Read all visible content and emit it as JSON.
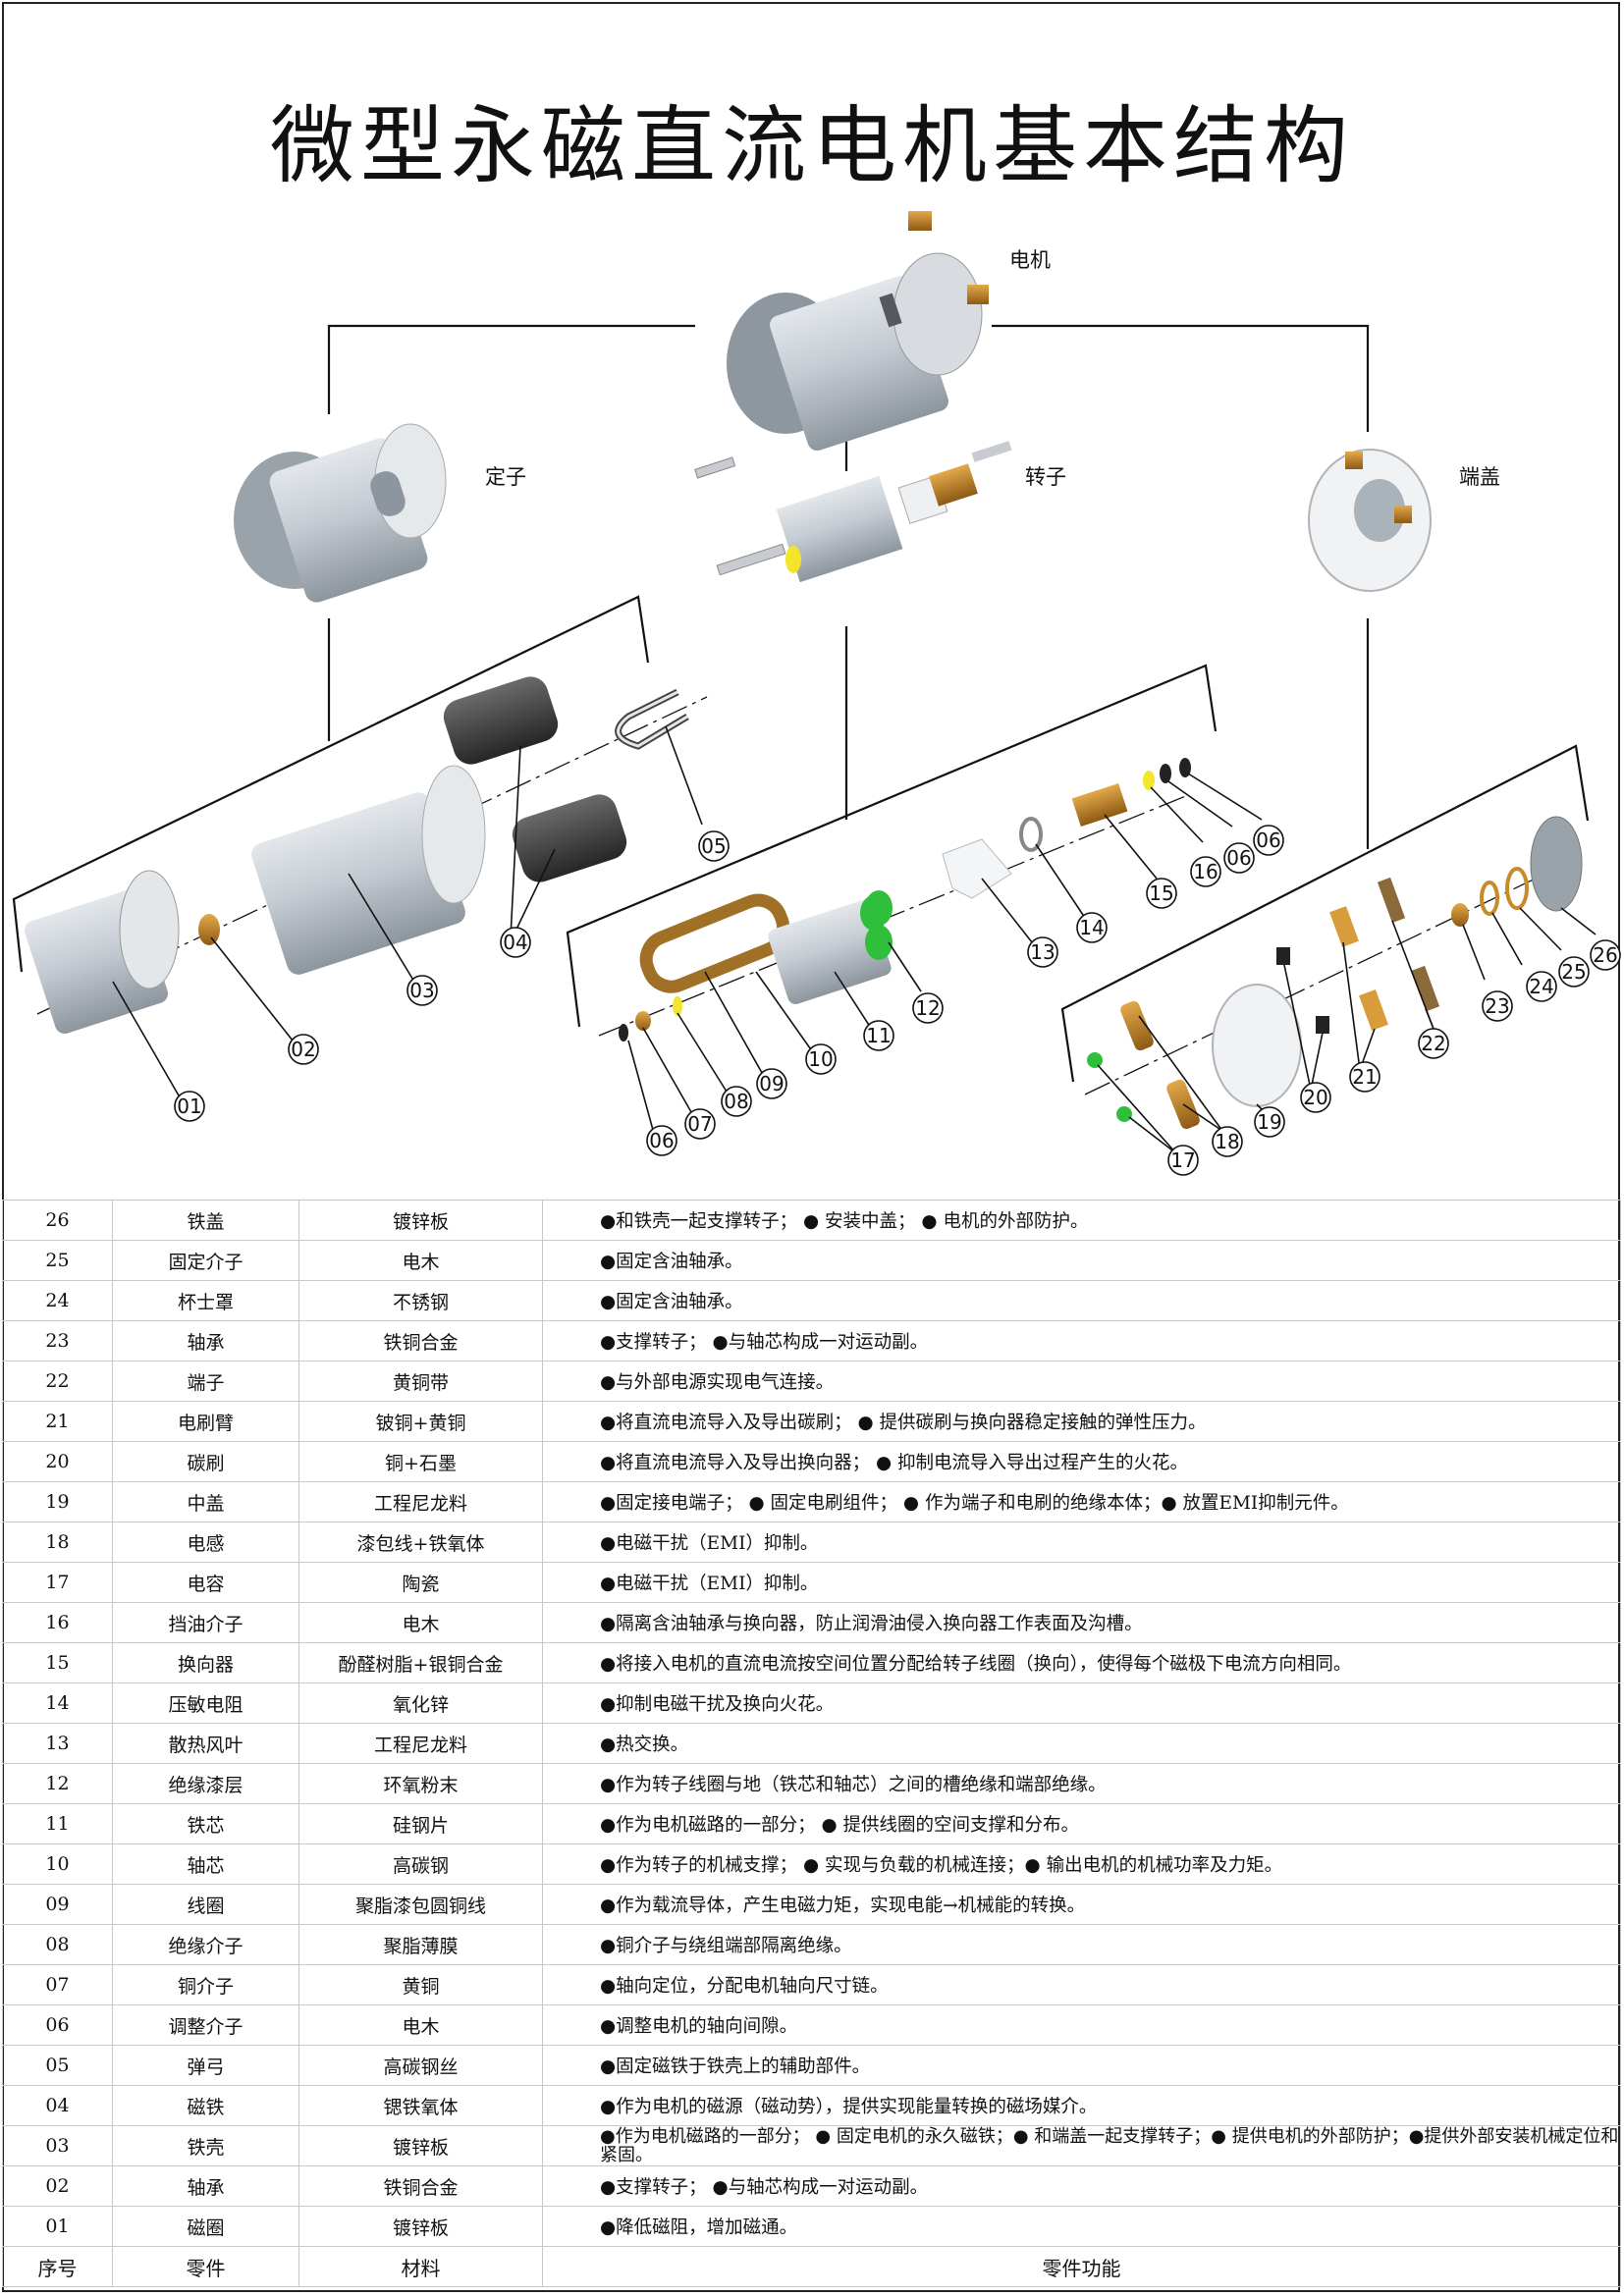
{
  "title": "微型永磁直流电机基本结构",
  "diagram": {
    "motor_label": "电机",
    "stator_label": "定子",
    "rotor_label": "转子",
    "endcap_label": "端盖",
    "part_numbers": [
      "01",
      "02",
      "03",
      "04",
      "05",
      "06",
      "07",
      "08",
      "09",
      "10",
      "11",
      "12",
      "13",
      "14",
      "15",
      "16",
      "06",
      "06",
      "17",
      "18",
      "19",
      "20",
      "21",
      "22",
      "23",
      "24",
      "25",
      "26"
    ]
  },
  "table": {
    "headers": {
      "no": "序号",
      "part": "零件",
      "material": "材料",
      "function": "零件功能"
    },
    "rows": [
      {
        "no": "26",
        "part": "铁盖",
        "material": "镀锌板",
        "function": "●和铁壳一起支撑转子； ● 安装中盖； ● 电机的外部防护。"
      },
      {
        "no": "25",
        "part": "固定介子",
        "material": "电木",
        "function": "●固定含油轴承。"
      },
      {
        "no": "24",
        "part": "杯士罩",
        "material": "不锈钢",
        "function": "●固定含油轴承。"
      },
      {
        "no": "23",
        "part": "轴承",
        "material": "铁铜合金",
        "function": "●支撑转子；  ●与轴芯构成一对运动副。"
      },
      {
        "no": "22",
        "part": "端子",
        "material": "黄铜带",
        "function": "●与外部电源实现电气连接。"
      },
      {
        "no": "21",
        "part": "电刷臂",
        "material": "铍铜+黄铜",
        "function": "●将直流电流导入及导出碳刷；  ● 提供碳刷与换向器稳定接触的弹性压力。"
      },
      {
        "no": "20",
        "part": "碳刷",
        "material": "铜+石墨",
        "function": "●将直流电流导入及导出换向器； ● 抑制电流导入导出过程产生的火花。"
      },
      {
        "no": "19",
        "part": "中盖",
        "material": "工程尼龙料",
        "function": "●固定接电端子；  ● 固定电刷组件；  ● 作为端子和电刷的绝缘本体；●  放置EMI抑制元件。"
      },
      {
        "no": "18",
        "part": "电感",
        "material": "漆包线+铁氧体",
        "function": "●电磁干扰（EMI）抑制。"
      },
      {
        "no": "17",
        "part": "电容",
        "material": "陶瓷",
        "function": "●电磁干扰（EMI）抑制。"
      },
      {
        "no": "16",
        "part": "挡油介子",
        "material": "电木",
        "function": "●隔离含油轴承与换向器，防止润滑油侵入换向器工作表面及沟槽。"
      },
      {
        "no": "15",
        "part": "换向器",
        "material": "酚醛树脂+银铜合金",
        "function": "●将接入电机的直流电流按空间位置分配给转子线圈（换向），使得每个磁极下电流方向相同。"
      },
      {
        "no": "14",
        "part": "压敏电阻",
        "material": "氧化锌",
        "function": "●抑制电磁干扰及换向火花。"
      },
      {
        "no": "13",
        "part": "散热风叶",
        "material": "工程尼龙料",
        "function": "●热交换。"
      },
      {
        "no": "12",
        "part": "绝缘漆层",
        "material": "环氧粉末",
        "function": "●作为转子线圈与地（铁芯和轴芯）之间的槽绝缘和端部绝缘。"
      },
      {
        "no": "11",
        "part": "铁芯",
        "material": "硅钢片",
        "function": "●作为电机磁路的一部分；  ● 提供线圈的空间支撑和分布。"
      },
      {
        "no": "10",
        "part": "轴芯",
        "material": "高碳钢",
        "function": "●作为转子的机械支撑；  ● 实现与负载的机械连接；●  输出电机的机械功率及力矩。"
      },
      {
        "no": "09",
        "part": "线圈",
        "material": "聚脂漆包圆铜线",
        "function": "●作为载流导体，产生电磁力矩，实现电能→机械能的转换。"
      },
      {
        "no": "08",
        "part": "绝缘介子",
        "material": "聚脂薄膜",
        "function": "●铜介子与绕组端部隔离绝缘。"
      },
      {
        "no": "07",
        "part": "铜介子",
        "material": "黄铜",
        "function": "●轴向定位，分配电机轴向尺寸链。"
      },
      {
        "no": "06",
        "part": "调整介子",
        "material": "电木",
        "function": "●调整电机的轴向间隙。"
      },
      {
        "no": "05",
        "part": "弹弓",
        "material": "高碳钢丝",
        "function": "●固定磁铁于铁壳上的辅助部件。"
      },
      {
        "no": "04",
        "part": "磁铁",
        "material": "锶铁氧体",
        "function": "●作为电机的磁源（磁动势），提供实现能量转换的磁场媒介。"
      },
      {
        "no": "03",
        "part": "铁壳",
        "material": "镀锌板",
        "function": "●作为电机磁路的一部分；  ● 固定电机的永久磁铁；●  和端盖一起支撑转子；●  提供电机的外部防护；●提供外部安装机械定位和紧固。"
      },
      {
        "no": "02",
        "part": "轴承",
        "material": "铁铜合金",
        "function": "●支撑转子；  ●与轴芯构成一对运动副。"
      },
      {
        "no": "01",
        "part": "磁圈",
        "material": "镀锌板",
        "function": "●降低磁阻，增加磁通。"
      }
    ]
  },
  "colors": {
    "line": "#111111",
    "metal": "#b9c0c8",
    "dark": "#3a3a3a",
    "copper": "#c98a2a",
    "green": "#2fbf3a",
    "yellow": "#f2e52a"
  }
}
